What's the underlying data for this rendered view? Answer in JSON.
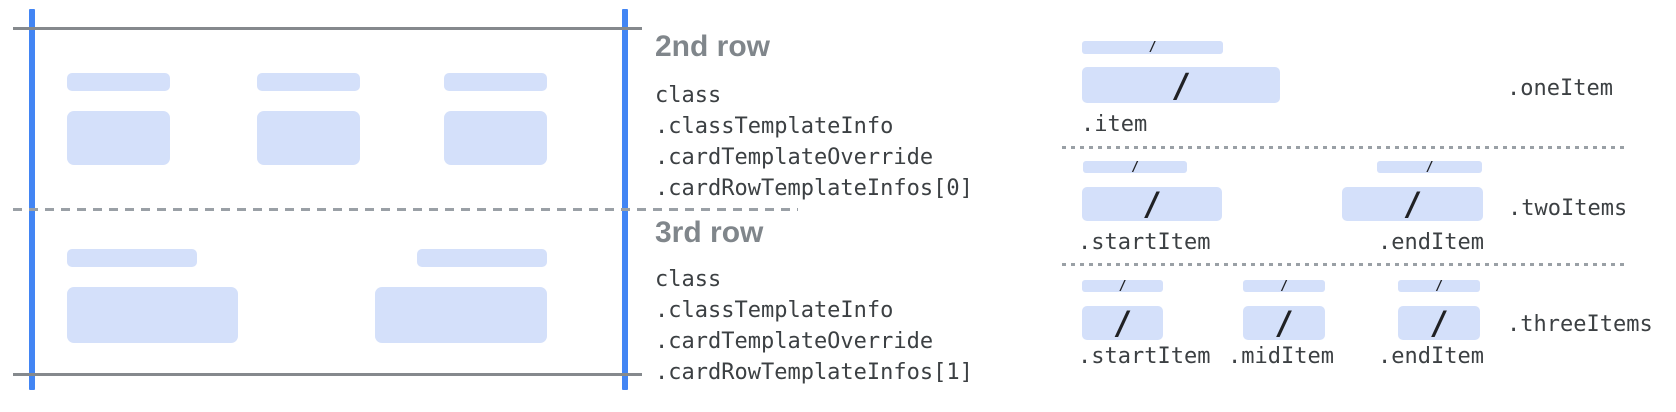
{
  "glyphs": {
    "slash": "/"
  },
  "colors": {
    "accent_blue_line": "#4285F4",
    "placeholder_fill": "#D4E0FA",
    "solid_gray_line": "#85898D",
    "dashed_gray_line": "#9AA0A6",
    "heading_gray": "#80868B",
    "code_text": "#3C4043",
    "slash_glyph": "#202124"
  },
  "annotations": {
    "sections": [
      {
        "title": "2nd row",
        "lines": [
          "class",
          ".classTemplateInfo",
          ".cardTemplateOverride",
          ".cardRowTemplateInfos[0]"
        ]
      },
      {
        "title": "3rd row",
        "lines": [
          "class",
          ".classTemplateInfo",
          ".cardTemplateOverride",
          ".cardRowTemplateInfos[1]"
        ]
      }
    ]
  },
  "legend": {
    "rows": [
      {
        "label": ".oneItem",
        "items": [
          {
            "label": ".item"
          }
        ]
      },
      {
        "label": ".twoItems",
        "items": [
          {
            "label": ".startItem"
          },
          {
            "label": ".endItem"
          }
        ]
      },
      {
        "label": ".threeItems",
        "items": [
          {
            "label": ".startItem"
          },
          {
            "label": ".midItem"
          },
          {
            "label": ".endItem"
          }
        ]
      }
    ]
  }
}
